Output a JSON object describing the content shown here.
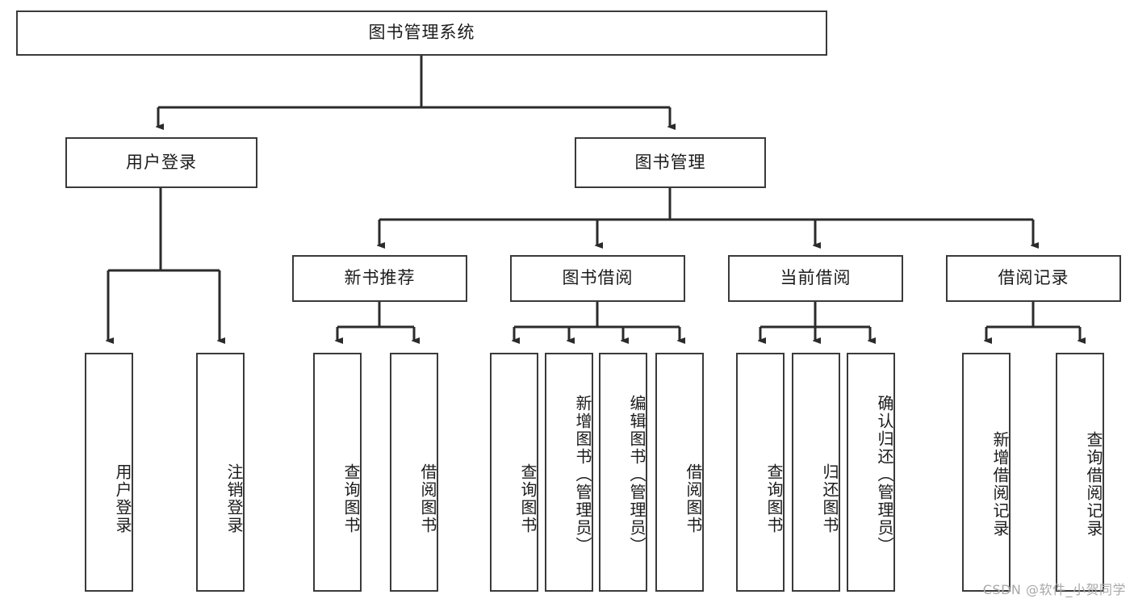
{
  "diagram": {
    "type": "tree-hierarchy",
    "title_node": {
      "label": "图书管理系统"
    },
    "level2": [
      {
        "id": "user-login",
        "label": "用户登录"
      },
      {
        "id": "book-management",
        "label": "图书管理"
      }
    ],
    "level3": [
      {
        "id": "new-book-recommend",
        "label": "新书推荐"
      },
      {
        "id": "book-borrow",
        "label": "图书借阅"
      },
      {
        "id": "current-borrow",
        "label": "当前借阅"
      },
      {
        "id": "borrow-record",
        "label": "借阅记录"
      }
    ],
    "leaves": {
      "user_login": [
        {
          "id": "leaf-user-login",
          "label": "用户登录"
        },
        {
          "id": "leaf-logout-login",
          "label": "注销登录"
        }
      ],
      "new_book_recommend": [
        {
          "id": "leaf-query-book-1",
          "label": "查询图书"
        },
        {
          "id": "leaf-borrow-book-1",
          "label": "借阅图书"
        }
      ],
      "book_borrow": [
        {
          "id": "leaf-query-book-2",
          "label": "查询图书"
        },
        {
          "id": "leaf-add-book-admin",
          "label": "新增图书（管理员）"
        },
        {
          "id": "leaf-edit-book-admin",
          "label": "编辑图书（管理员）"
        },
        {
          "id": "leaf-borrow-book-2",
          "label": "借阅图书"
        }
      ],
      "current_borrow": [
        {
          "id": "leaf-query-book-3",
          "label": "查询图书"
        },
        {
          "id": "leaf-return-book",
          "label": "归还图书"
        },
        {
          "id": "leaf-confirm-return-admin",
          "label": "确认归还（管理员）"
        }
      ],
      "borrow_record": [
        {
          "id": "leaf-add-borrow-record",
          "label": "新增借阅记录"
        },
        {
          "id": "leaf-query-borrow-record",
          "label": "查询借阅记录"
        }
      ]
    }
  },
  "watermark": {
    "text": "CSDN @软件_小贺同学"
  },
  "colors": {
    "box_border": "#3a3a3a",
    "connector": "#2b2b2b",
    "text": "#1b1b1b",
    "background": "#ffffff",
    "watermark": "#a8a8a8"
  }
}
